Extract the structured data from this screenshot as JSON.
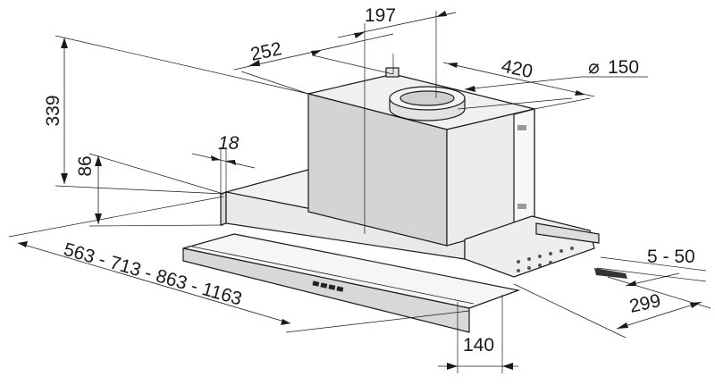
{
  "diagram": {
    "dimensions": {
      "total_height": "339",
      "body_height": "86",
      "front_depth": "18",
      "chimney_depth": "252",
      "chimney_offset": "197",
      "chimney_width": "420",
      "outlet_diameter": "150",
      "outlet_symbol": "⌀",
      "widths": "563 - 713 - 863 - 1163",
      "visor_depth": "140",
      "extension": "5 - 50",
      "depth": "299"
    }
  }
}
